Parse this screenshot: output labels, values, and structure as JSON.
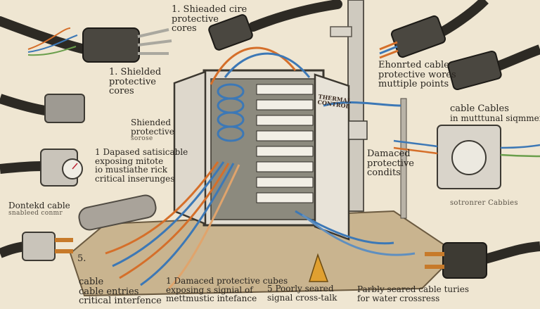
{
  "labels": {
    "top_center": [
      "1. Shieaded cire",
      "protective",
      "cores"
    ],
    "left_mid": [
      "1. Shielded",
      "protective",
      "cores"
    ],
    "left_small": [
      "Shiended",
      "protective",
      "sorose"
    ],
    "left_damaged": [
      "1  Dapased satisicable",
      "exposing mitote",
      "io mustiathe rick",
      "critical inserunges"
    ],
    "left_bottom": [
      "Dontekd cable",
      "snableed conmr"
    ],
    "top_right": [
      "Ehonrted cable",
      "protective wores",
      "muttiple points"
    ],
    "right_cable": [
      "cable Cables",
      "in mutttunal siqmmeis"
    ],
    "right_damaged": [
      "Damaced",
      "protective",
      "condits"
    ],
    "right_lower": [
      "sotronrer Cabbies"
    ],
    "panel_sign": [
      "THERMAL",
      "CONTROL"
    ],
    "number_five": "5.",
    "bottom_left": [
      "cable",
      "cable entries",
      "critical interfence"
    ],
    "bottom_center": [
      "1  Damaced protective cubes",
      "exposing s signial of",
      "mettmustic intefance"
    ],
    "bottom_mid": [
      "5  Poorly seared",
      "signal cross-talk"
    ],
    "bottom_right": [
      "Parbly seared cable turies",
      "for  water crossress"
    ]
  }
}
